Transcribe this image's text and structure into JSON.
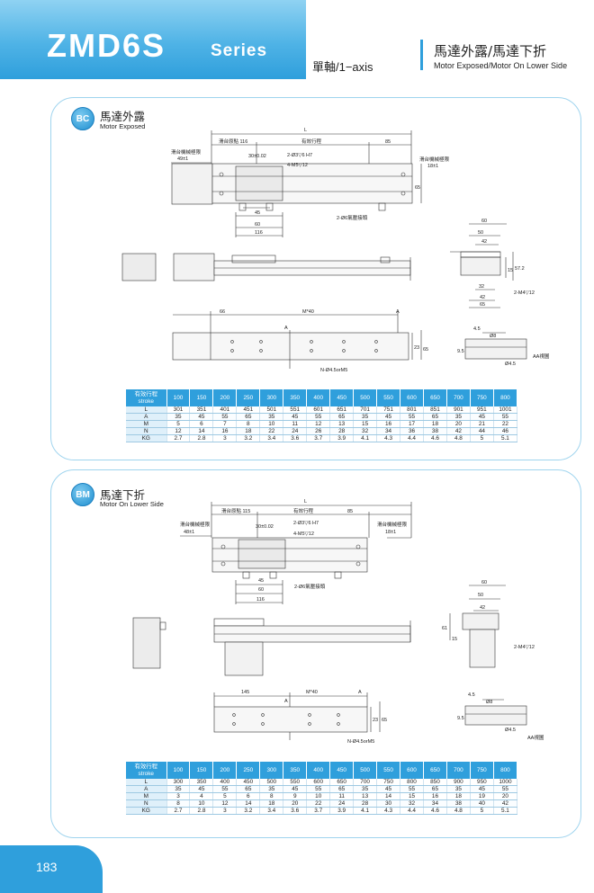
{
  "header": {
    "model": "ZMD6S",
    "series": "Series",
    "axis": "單軸/1−axis",
    "right_cn": "馬達外露/馬達下折",
    "right_en": "Motor Exposed/Motor On Lower Side"
  },
  "colors": {
    "accent": "#2f9fdc",
    "panel_border": "#9fd4ee",
    "table_label_bg": "#dff0fa"
  },
  "sections": [
    {
      "badge": "BC",
      "title_cn": "馬達外露",
      "title_en": "Motor Exposed",
      "dims": {
        "L": "L",
        "origin": "滑台原點 116",
        "stroke": "有效行程",
        "d85": "85",
        "limit_left": "滑台機械極限",
        "limit_left_val": "49±1",
        "limit_right": "滑台機械極限",
        "limit_right_val": "18±1",
        "d30": "30±0.02",
        "hole1": "2-Ø3▽6 H7",
        "hole2": "4-M5▽12",
        "d65": "65",
        "d45": "45",
        "d60": "60",
        "d116": "116",
        "fitting": "2-Ø6氣壓接頭",
        "side60": "60",
        "side50": "50",
        "side42": "42",
        "side32": "32",
        "side42b": "42",
        "side65": "65",
        "side15": "15",
        "side572": "57.2",
        "side_m4": "2-M4▽12",
        "d66": "66",
        "m40": "M*40",
        "a": "A",
        "a_marker": "A",
        "d23": "23",
        "d65b": "65",
        "n_hole": "N-Ø4.5orM5",
        "aa45": "4.5",
        "aa8": "Ø8",
        "aa95": "9.5",
        "aa45b": "Ø4.5",
        "aa_view": "AA視圖"
      },
      "table": {
        "header_cn": "有效行程",
        "header_en": "stroke",
        "strokes": [
          "100",
          "150",
          "200",
          "250",
          "300",
          "350",
          "400",
          "450",
          "500",
          "550",
          "600",
          "650",
          "700",
          "750",
          "800"
        ],
        "rows": [
          {
            "label": "L",
            "values": [
              "301",
              "351",
              "401",
              "451",
              "501",
              "551",
              "601",
              "651",
              "701",
              "751",
              "801",
              "851",
              "901",
              "951",
              "1001"
            ]
          },
          {
            "label": "A",
            "values": [
              "35",
              "45",
              "55",
              "65",
              "35",
              "45",
              "55",
              "65",
              "35",
              "45",
              "55",
              "65",
              "35",
              "45",
              "55"
            ]
          },
          {
            "label": "M",
            "values": [
              "5",
              "6",
              "7",
              "8",
              "10",
              "11",
              "12",
              "13",
              "15",
              "16",
              "17",
              "18",
              "20",
              "21",
              "22"
            ]
          },
          {
            "label": "N",
            "values": [
              "12",
              "14",
              "16",
              "18",
              "22",
              "24",
              "26",
              "28",
              "32",
              "34",
              "36",
              "38",
              "42",
              "44",
              "46"
            ]
          },
          {
            "label": "KG",
            "values": [
              "2.7",
              "2.8",
              "3",
              "3.2",
              "3.4",
              "3.6",
              "3.7",
              "3.9",
              "4.1",
              "4.3",
              "4.4",
              "4.6",
              "4.8",
              "5",
              "5.1"
            ]
          }
        ]
      }
    },
    {
      "badge": "BM",
      "title_cn": "馬達下折",
      "title_en": "Motor On Lower Side",
      "dims": {
        "L": "L",
        "origin": "滑台原點 115",
        "stroke": "有效行程",
        "d85": "85",
        "limit_left": "滑台機械極限",
        "limit_left_val": "48±1",
        "limit_right": "滑台機械極限",
        "limit_right_val": "18±1",
        "d30": "30±0.02",
        "hole1": "2-Ø3▽6 H7",
        "hole2": "4-M5▽12",
        "d45": "45",
        "d60": "60",
        "d116": "116",
        "fitting": "2-Ø6氣壓接頭",
        "side60": "60",
        "side50": "50",
        "side42": "42",
        "side61": "61",
        "side15": "15",
        "side_m4": "2-M4▽12",
        "d145": "145",
        "m40": "M*40",
        "a": "A",
        "a_marker": "A",
        "d23": "23",
        "d65": "65",
        "n_hole": "N-Ø4.5orM5",
        "aa45": "4.5",
        "aa8": "Ø8",
        "aa95": "9.5",
        "aa45b": "Ø4.5",
        "aa_view": "AA視圖"
      },
      "table": {
        "header_cn": "有效行程",
        "header_en": "stroke",
        "strokes": [
          "100",
          "150",
          "200",
          "250",
          "300",
          "350",
          "400",
          "450",
          "500",
          "550",
          "600",
          "650",
          "700",
          "750",
          "800"
        ],
        "rows": [
          {
            "label": "L",
            "values": [
              "300",
              "350",
              "400",
              "450",
              "500",
              "550",
              "600",
              "650",
              "700",
              "750",
              "800",
              "850",
              "900",
              "950",
              "1000"
            ]
          },
          {
            "label": "A",
            "values": [
              "35",
              "45",
              "55",
              "65",
              "35",
              "45",
              "55",
              "65",
              "35",
              "45",
              "55",
              "65",
              "35",
              "45",
              "55"
            ]
          },
          {
            "label": "M",
            "values": [
              "3",
              "4",
              "5",
              "6",
              "8",
              "9",
              "10",
              "11",
              "13",
              "14",
              "15",
              "16",
              "18",
              "19",
              "20"
            ]
          },
          {
            "label": "N",
            "values": [
              "8",
              "10",
              "12",
              "14",
              "18",
              "20",
              "22",
              "24",
              "28",
              "30",
              "32",
              "34",
              "38",
              "40",
              "42"
            ]
          },
          {
            "label": "KG",
            "values": [
              "2.7",
              "2.8",
              "3",
              "3.2",
              "3.4",
              "3.6",
              "3.7",
              "3.9",
              "4.1",
              "4.3",
              "4.4",
              "4.6",
              "4.8",
              "5",
              "5.1"
            ]
          }
        ]
      }
    }
  ],
  "page_number": "183"
}
